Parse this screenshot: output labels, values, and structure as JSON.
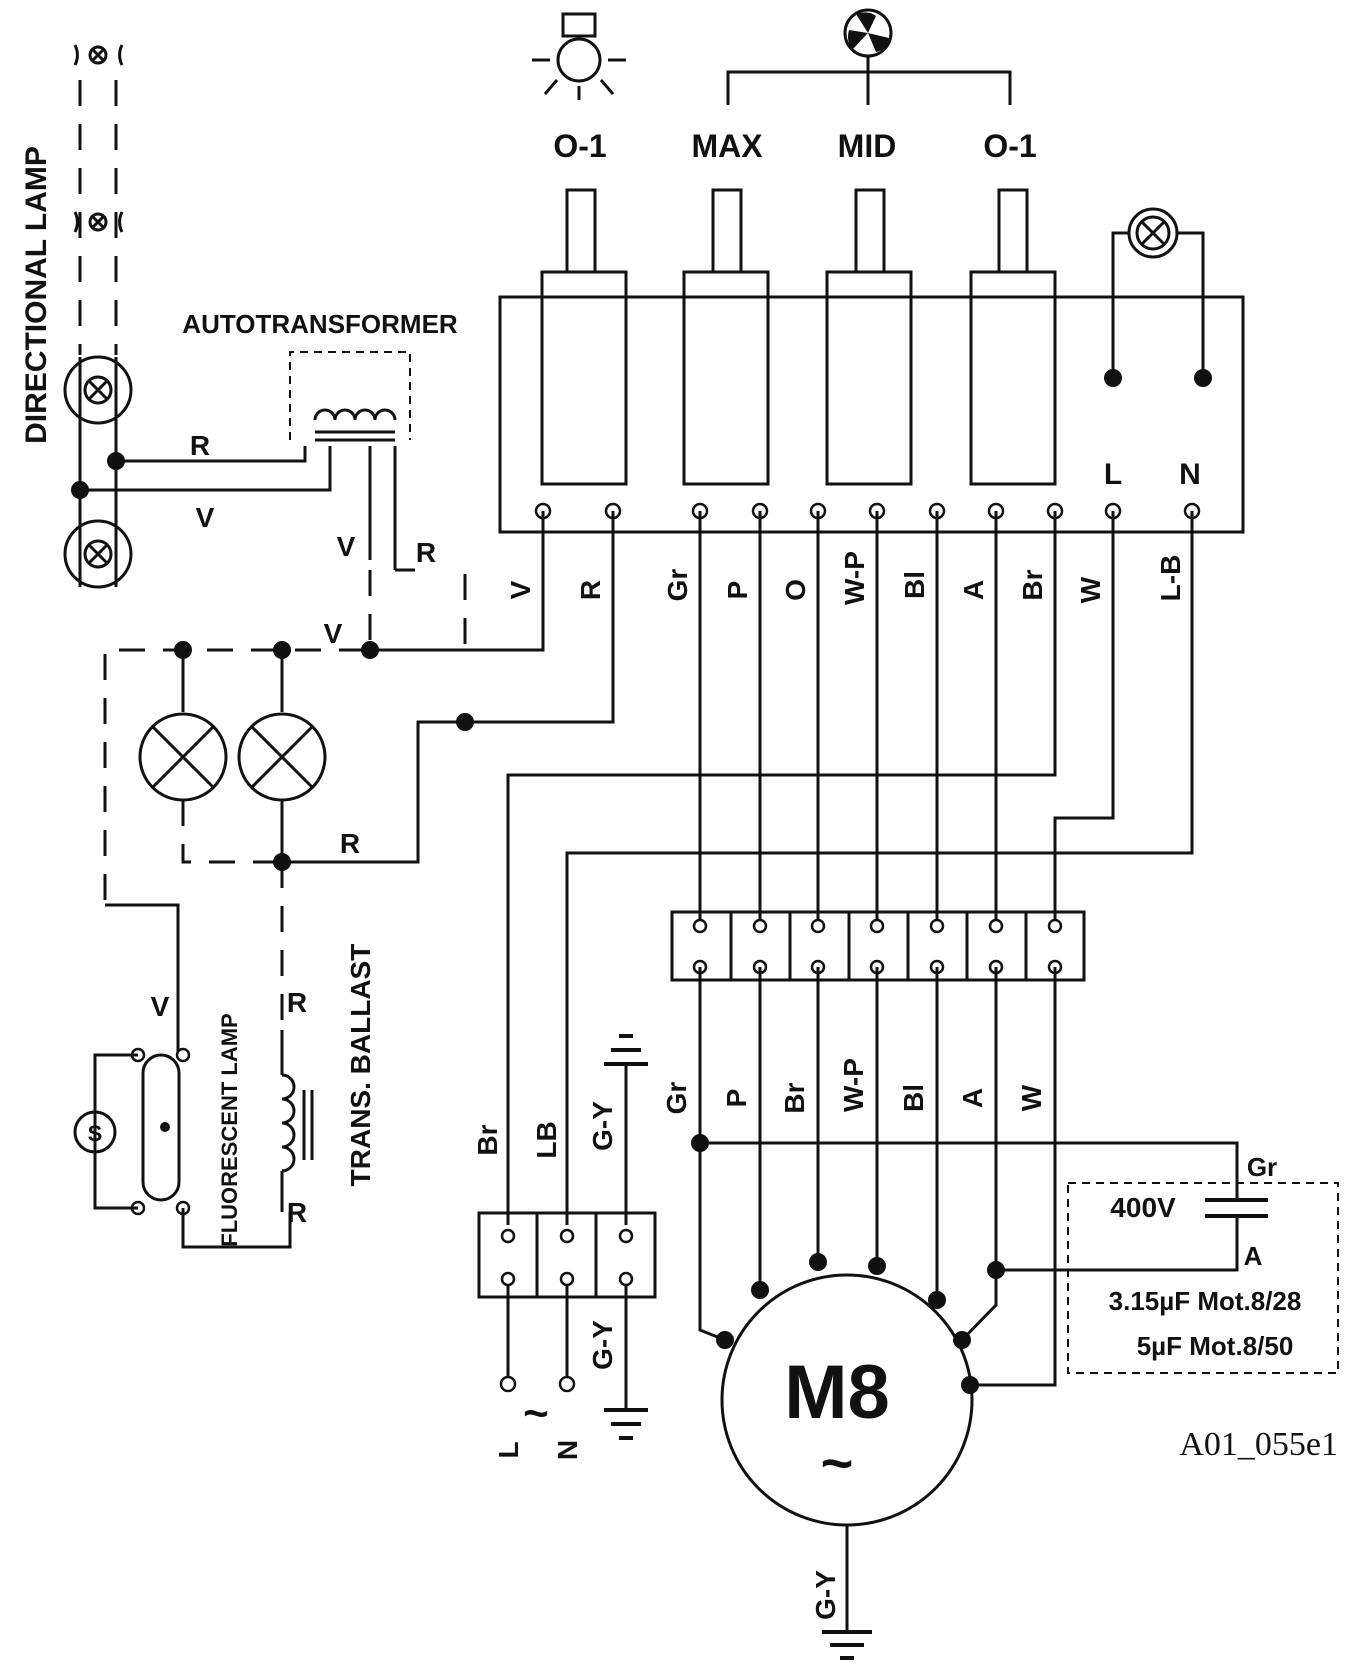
{
  "diagram": {
    "labels": {
      "directional_lamp": "DIRECTIONAL LAMP",
      "autotransformer": "AUTOTRANSFORMER",
      "fluorescent_lamp": "FLUORESCENT LAMP",
      "trans_ballast": "TRANS. BALLAST",
      "starter": "S",
      "motor": "M8",
      "motor_ac": "~",
      "mains_ac": "~",
      "reference": "A01_055e1"
    },
    "switches": [
      "O-1",
      "MAX",
      "MID",
      "O-1"
    ],
    "switch_terminals": [
      "V",
      "R",
      "Gr",
      "P",
      "O",
      "W-P",
      "Bl",
      "A",
      "Br",
      "W",
      "L-B"
    ],
    "pilot_terminals": [
      "L",
      "N"
    ],
    "motor_block_wires": [
      "Gr",
      "P",
      "Br",
      "W-P",
      "Bl",
      "A",
      "W"
    ],
    "mains_block_wires": [
      "Br",
      "LB",
      "G-Y"
    ],
    "mains": [
      "L",
      "N"
    ],
    "wire_labels": {
      "r": "R",
      "v": "V",
      "gy": "G-Y",
      "gr": "Gr",
      "a": "A"
    },
    "capacitor": {
      "voltage": "400V",
      "ratings": [
        "3.15µF  Mot.8/28",
        "5µF  Mot.8/50"
      ]
    }
  }
}
